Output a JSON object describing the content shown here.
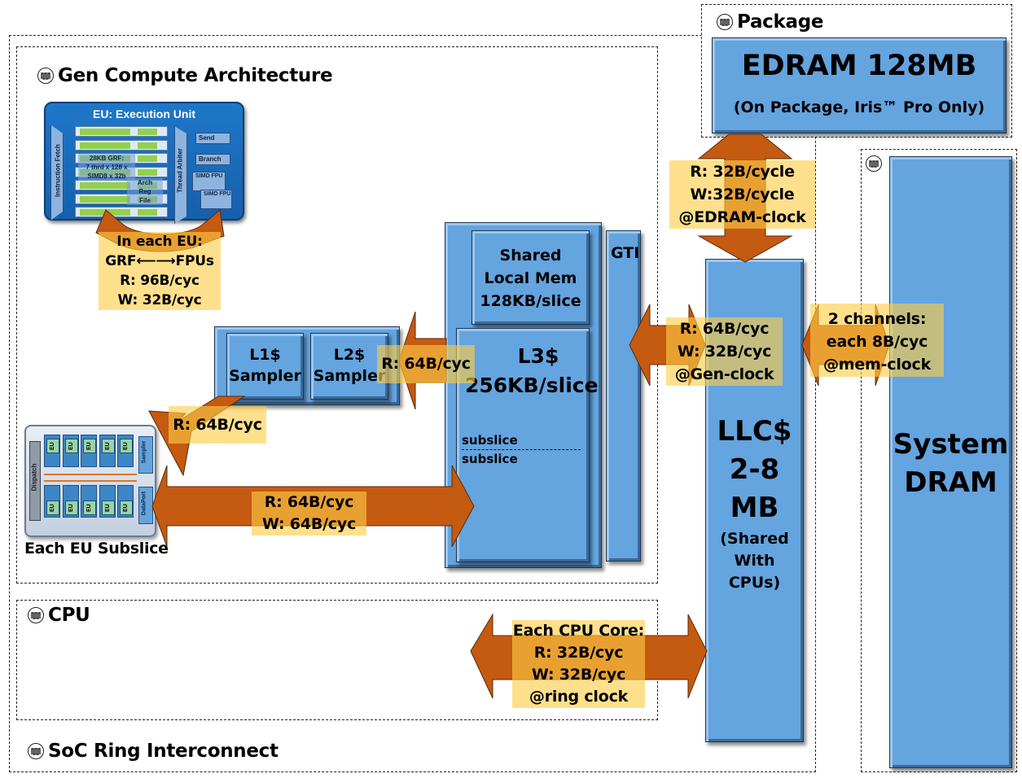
{
  "sections": {
    "package": "Package",
    "gen_compute": "Gen Compute Architecture",
    "cpu": "CPU",
    "soc_ring": "SoC Ring Interconnect"
  },
  "blocks": {
    "edram": {
      "title": "EDRAM 128MB",
      "subtitle": "(On Package, Iris™ Pro Only)"
    },
    "shared_local_mem": {
      "lines": [
        "Shared",
        "Local Mem",
        "128KB/slice"
      ]
    },
    "l3": {
      "lines": [
        "L3$",
        "256KB/slice"
      ],
      "subslice_top": "subslice",
      "subslice_bottom": "subslice"
    },
    "gti": "GTI",
    "l1_sampler": {
      "lines": [
        "L1$",
        "Sampler"
      ]
    },
    "l2_sampler": {
      "lines": [
        "L2$",
        "Sampler"
      ]
    },
    "llc": {
      "lines": [
        "LLC$",
        "2-8",
        "MB"
      ],
      "note": [
        "(Shared",
        "With",
        "CPUs)"
      ]
    },
    "system_dram": {
      "lines": [
        "System",
        "DRAM"
      ]
    }
  },
  "eu_detail": {
    "title": "EU: Execution Unit",
    "instruction_fetch": "Instruction Fetch",
    "thread_arbiter": "Thread Arbiter",
    "grf": [
      "28KB GRF:",
      "7 thrd x 128 x",
      "SIMD8 x 32b"
    ],
    "arf": [
      "Arch",
      "Reg",
      "File"
    ],
    "units": [
      "Send",
      "Branch",
      "SIMD FPU",
      "SIMD FPU"
    ]
  },
  "subslice_detail": {
    "caption": "Each EU Subslice",
    "dispatch": "Dispatch",
    "sampler": "Sampler",
    "dataport": "DataPort",
    "eu_label": "EU",
    "eu_count_per_row": 5
  },
  "bandwidth_labels": {
    "eu_grf_fpu": [
      "In each EU:",
      "GRF⟵⟶FPUs",
      "R: 96B/cyc",
      "W: 32B/cyc"
    ],
    "sampler_to_subslice": [
      "R: 64B/cyc"
    ],
    "l3_to_sampler": [
      "R: 64B/cyc"
    ],
    "subslice_l3": [
      "R: 64B/cyc",
      "W: 64B/cyc"
    ],
    "edram_llc": [
      "R: 32B/cycle",
      "W:32B/cycle",
      "@EDRAM-clock"
    ],
    "gti_llc": [
      "R: 64B/cyc",
      "W: 32B/cyc",
      "@Gen-clock"
    ],
    "llc_dram": [
      "2 channels:",
      "each 8B/cyc",
      "@mem-clock"
    ],
    "cpu_llc": [
      "Each CPU Core:",
      "R: 32B/cyc",
      "W: 32B/cyc",
      "@ring clock"
    ]
  },
  "colors": {
    "block_blue": "#64a4df",
    "arrow_orange": "#c55a11",
    "label_yellow": "#fdcd46",
    "eu_panel_blue": "#1f77c9",
    "eu_green": "#92d050"
  }
}
